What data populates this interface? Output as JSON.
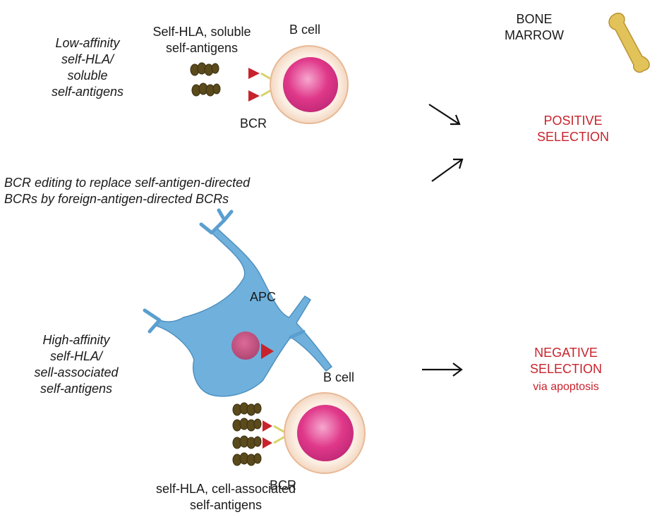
{
  "top": {
    "condition": "Low-affinity\nself-HLA/\nsoluble\nself-antigens",
    "antigen_label": "Self-HLA, soluble\nself-antigens",
    "cell_label": "B cell",
    "receptor_label": "BCR"
  },
  "site_label": "BONE\nMARROW",
  "positive": "POSITIVE\nSELECTION",
  "editing_note": "BCR editing to replace self-antigen-directed\nBCRs by foreign-antigen-directed BCRs",
  "bottom": {
    "apc_label": "APC",
    "condition": "High-affinity\nself-HLA/\nsell-associated\nself-antigens",
    "cell_label": "B cell",
    "receptor_label": "BCR",
    "antigen_label": "self-HLA, cell-associated\nself-antigens"
  },
  "negative": {
    "title": "NEGATIVE\nSELECTION",
    "subtitle": "via apoptosis"
  },
  "colors": {
    "red_text": "#c8232c",
    "cell_membrane": "#f6dcc6",
    "nucleus": "#e0388a",
    "apc": "#6fb1dc",
    "antigen": "#5a4a1c",
    "bone": "#e2c35a"
  }
}
